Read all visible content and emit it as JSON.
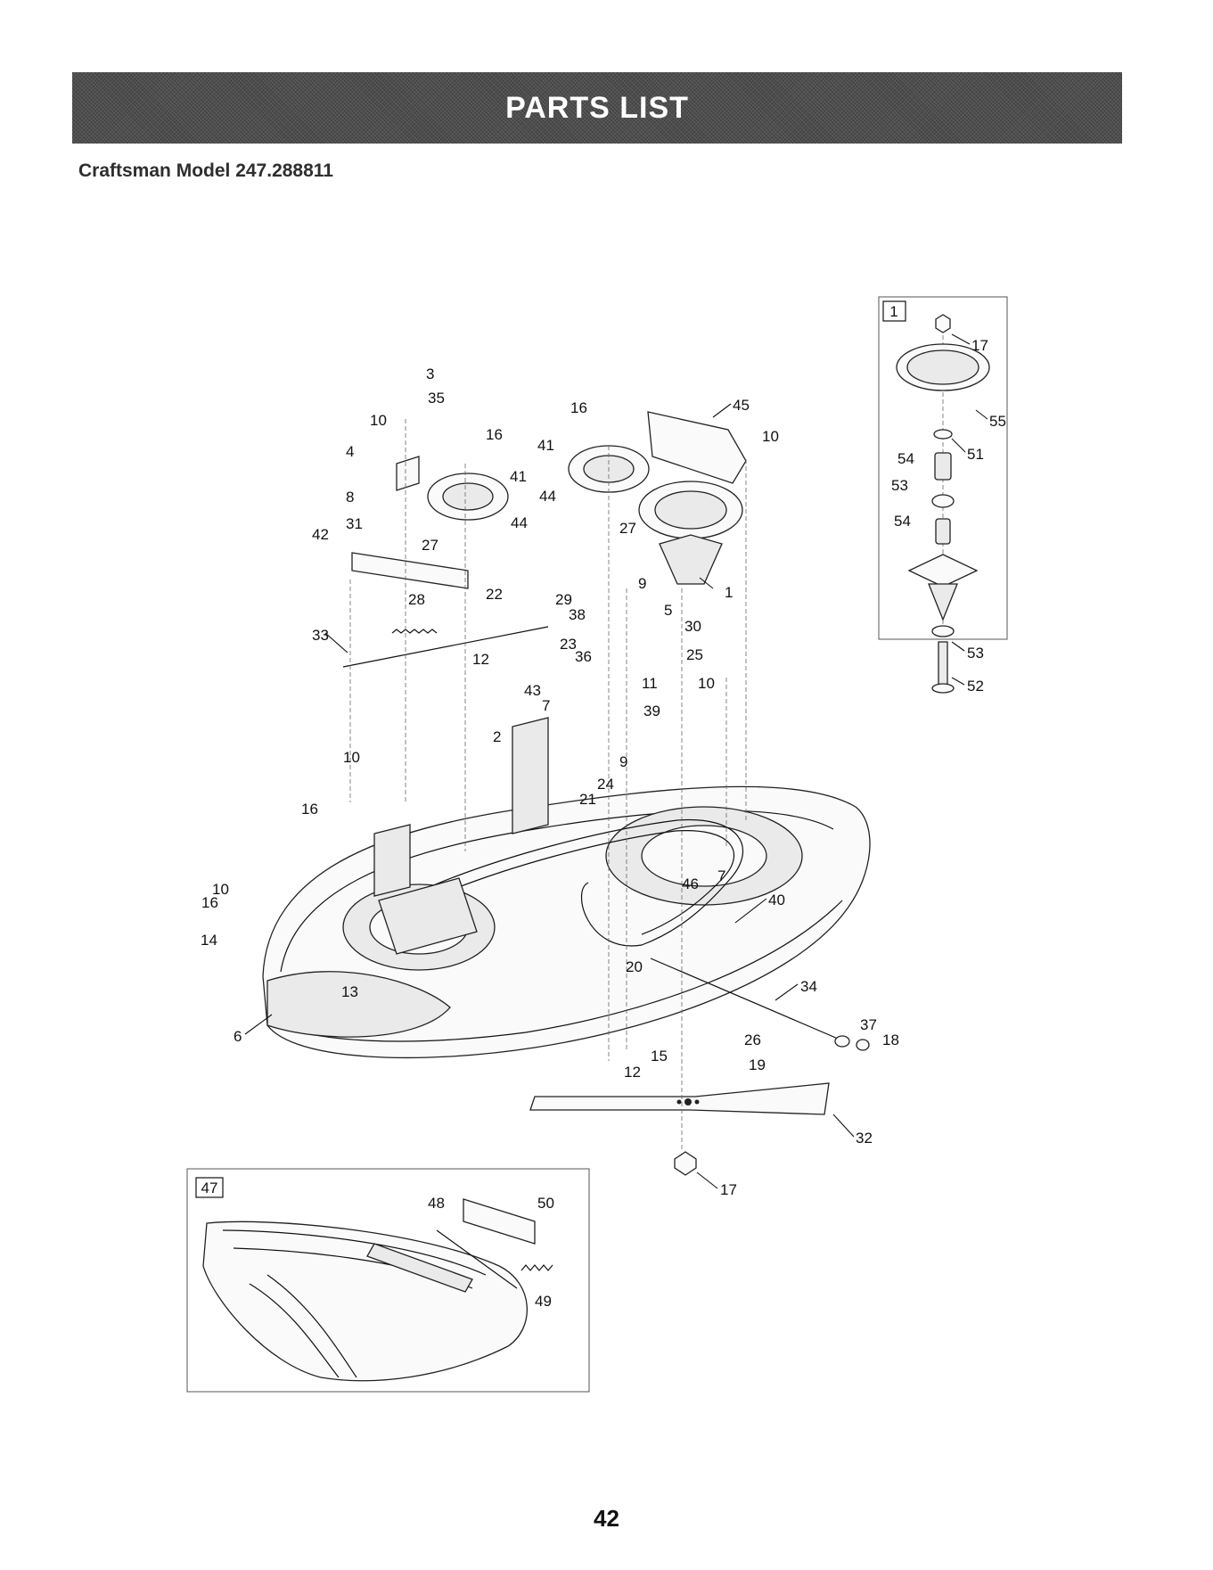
{
  "header": {
    "banner_title": "PARTS LIST",
    "model_line": "Craftsman Model 247.288811"
  },
  "footer": {
    "page_number": "42"
  },
  "insets": {
    "spindle_box_number": "1",
    "deflector_box_number": "47"
  },
  "part_callouts": [
    "1",
    "2",
    "3",
    "4",
    "5",
    "6",
    "7",
    "7",
    "8",
    "9",
    "9",
    "10",
    "10",
    "10",
    "10",
    "10",
    "11",
    "12",
    "12",
    "13",
    "14",
    "15",
    "16",
    "16",
    "16",
    "16",
    "17",
    "17",
    "18",
    "19",
    "20",
    "21",
    "22",
    "23",
    "24",
    "25",
    "26",
    "27",
    "27",
    "28",
    "29",
    "30",
    "31",
    "32",
    "33",
    "34",
    "35",
    "36",
    "37",
    "38",
    "39",
    "40",
    "41",
    "41",
    "42",
    "43",
    "44",
    "44",
    "45",
    "46",
    "48",
    "49",
    "50",
    "51",
    "52",
    "53",
    "53",
    "54",
    "54",
    "55"
  ],
  "icons": [
    "deck-icon",
    "pulley-icon",
    "spindle-icon",
    "belt-icon",
    "blade-icon",
    "deflector-icon",
    "spring-icon"
  ]
}
